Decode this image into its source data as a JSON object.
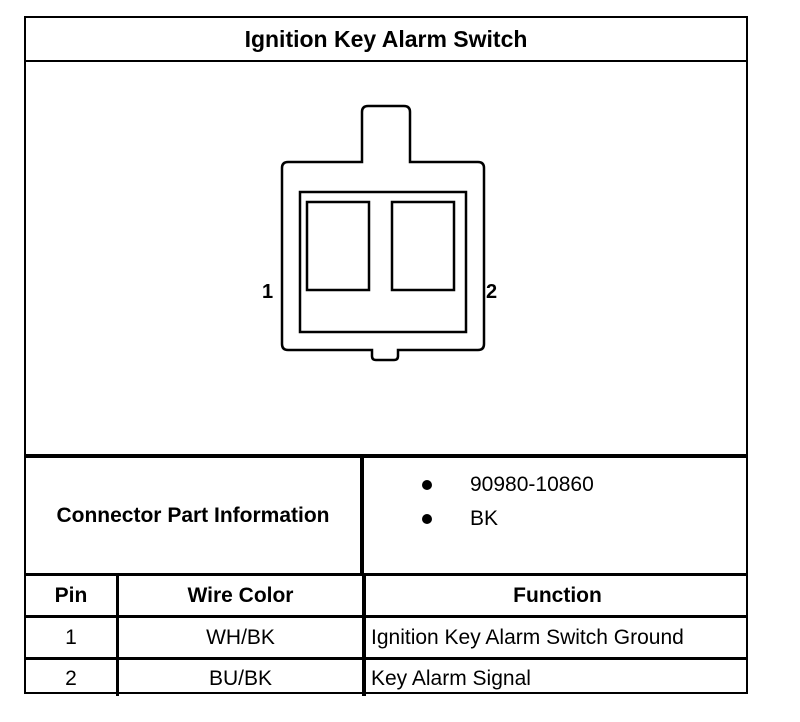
{
  "title": "Ignition Key Alarm Switch",
  "connector": {
    "pin_left_label": "1",
    "pin_right_label": "2"
  },
  "part_info": {
    "label": "Connector Part Information",
    "items": [
      "90980-10860",
      "BK"
    ]
  },
  "table": {
    "headers": {
      "pin": "Pin",
      "wire_color": "Wire Color",
      "function": "Function"
    },
    "rows": [
      {
        "pin": "1",
        "wire_color": "WH/BK",
        "function": "Ignition Key Alarm Switch Ground"
      },
      {
        "pin": "2",
        "wire_color": "BU/BK",
        "function": "Key Alarm Signal"
      }
    ]
  }
}
